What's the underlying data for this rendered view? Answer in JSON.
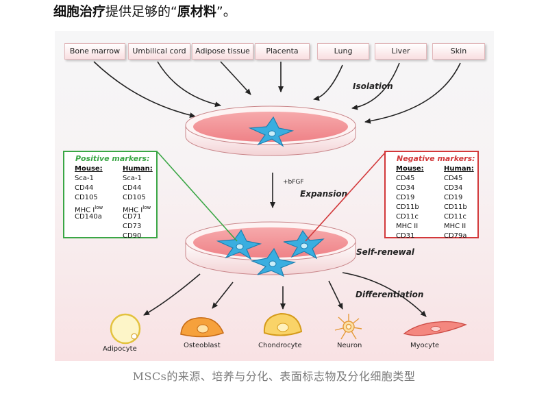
{
  "heading": {
    "bold_part1": "细胞治疗",
    "plain_part": "提供足够的“",
    "bold_part2": "原材料",
    "end_part": "”。"
  },
  "sources": [
    "Bone marrow",
    "Umbilical cord",
    "Adipose tissue",
    "Placenta",
    "Lung",
    "Liver",
    "Skin"
  ],
  "steps": {
    "isolation": "Isolation",
    "bfgf": "+bFGF",
    "expansion": "Expansion",
    "self_renewal": "Self-renewal",
    "differentiation": "Differentiation"
  },
  "positive_markers": {
    "title": "Positive markers:",
    "mouse_header": "Mouse:",
    "human_header": "Human:",
    "mouse": [
      "Sca-1",
      "CD44",
      "CD105",
      "MHC I",
      "CD140a"
    ],
    "human": [
      "Sca-1",
      "CD44",
      "CD105",
      "MHC I",
      "CD71",
      "CD73",
      "CD90"
    ],
    "mhc_superscript": "low"
  },
  "negative_markers": {
    "title": "Negative markers:",
    "mouse_header": "Mouse:",
    "human_header": "Human:",
    "mouse": [
      "CD45",
      "CD34",
      "CD19",
      "CD11b",
      "CD11c",
      "MHC II",
      "CD31"
    ],
    "human": [
      "CD45",
      "CD34",
      "CD19",
      "CD11b",
      "CD11c",
      "MHC II",
      "CD79a"
    ]
  },
  "cell_types": [
    "Adipocyte",
    "Osteoblast",
    "Chondrocyte",
    "Neuron",
    "Myocyte"
  ],
  "caption": "MSCs的来源、培养与分化、表面标志物及分化细胞类型",
  "colors": {
    "positive": "#3aa645",
    "negative": "#d2383a",
    "dish": "#f08d90",
    "cell": "#3aaee0"
  }
}
